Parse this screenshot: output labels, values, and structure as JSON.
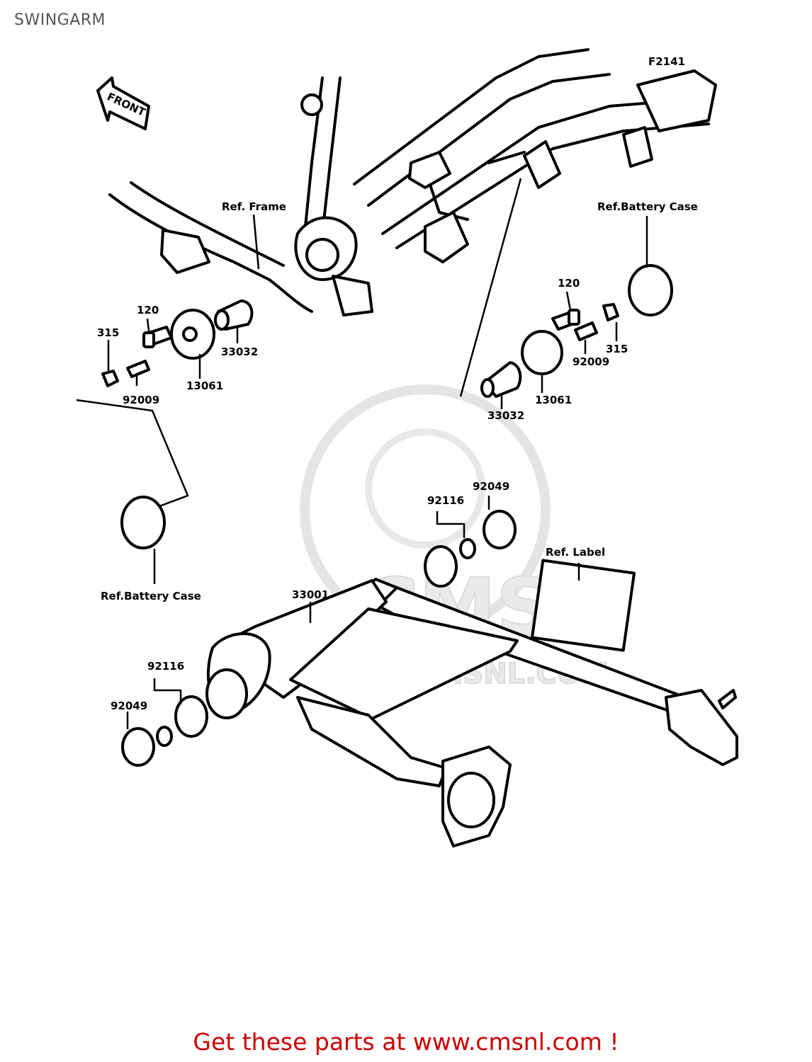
{
  "page": {
    "title": "SWINGARM"
  },
  "diagram": {
    "code": "F2141",
    "front_label": "FRONT",
    "watermark_text": "CMS",
    "watermark_url": "WWW.CMSNL.COM",
    "labels": {
      "ref_frame": "Ref. Frame",
      "ref_battery_case_top": "Ref.Battery Case",
      "ref_battery_case_left": "Ref.Battery Case",
      "ref_label": "Ref. Label",
      "l_120_left": "120",
      "l_315_left": "315",
      "l_92009_left": "92009",
      "l_13061_left": "13061",
      "l_33032_left": "33032",
      "l_120_right": "120",
      "l_315_right": "315",
      "l_92009_right": "92009",
      "l_13061_right": "13061",
      "l_33032_right": "33032",
      "l_92116_top": "92116",
      "l_92049_top": "92049",
      "l_33001": "33001",
      "l_92116_bottom": "92116",
      "l_92049_bottom": "92049"
    }
  },
  "footer": {
    "link_text": "Get these parts at www.cmsnl.com !"
  }
}
